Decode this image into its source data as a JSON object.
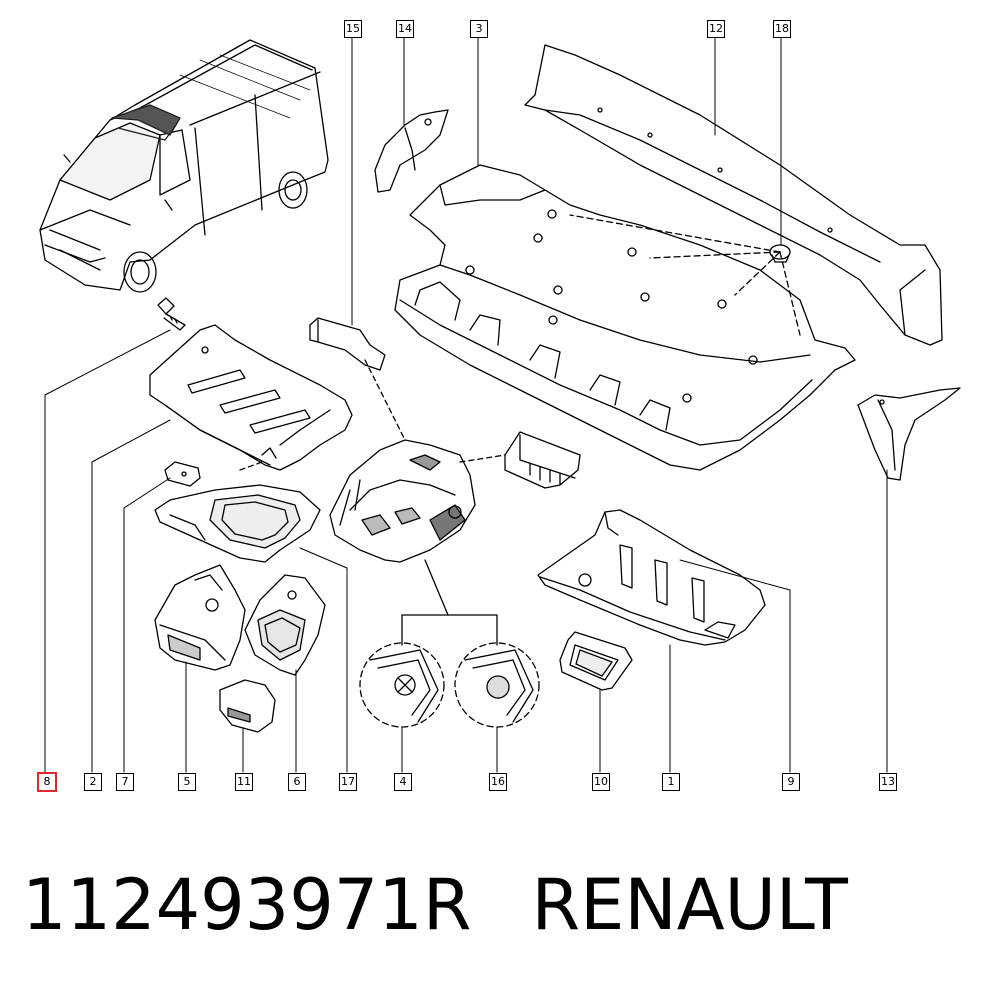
{
  "diagram": {
    "callouts": [
      {
        "id": "8",
        "highlight": true
      },
      {
        "id": "2"
      },
      {
        "id": "7"
      },
      {
        "id": "5"
      },
      {
        "id": "11"
      },
      {
        "id": "6"
      },
      {
        "id": "17"
      },
      {
        "id": "4"
      },
      {
        "id": "16"
      },
      {
        "id": "10"
      },
      {
        "id": "1"
      },
      {
        "id": "9"
      },
      {
        "id": "13"
      },
      {
        "id": "15"
      },
      {
        "id": "14"
      },
      {
        "id": "3"
      },
      {
        "id": "12"
      },
      {
        "id": "18"
      }
    ],
    "highlight_color": "#e0282d",
    "line_color": "#000000"
  },
  "footer": {
    "part_number": "112493971R",
    "brand": "RENAULT"
  }
}
